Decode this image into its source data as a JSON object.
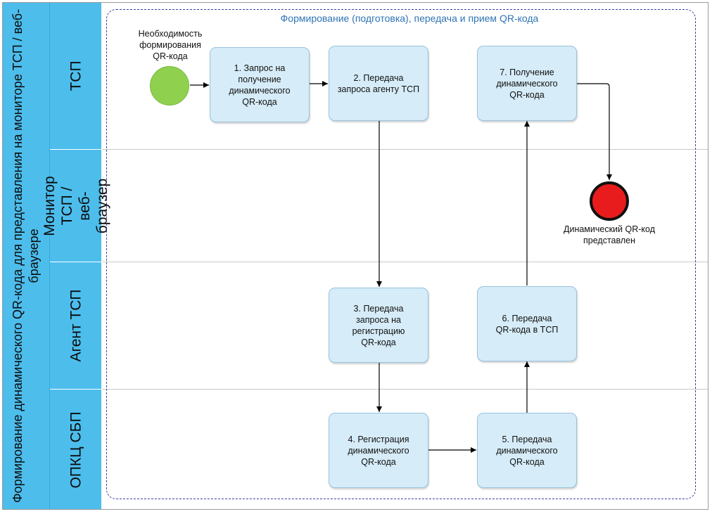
{
  "pool": {
    "title": "Формирование динамического QR-кода для представления на мониторе ТСП / веб-браузере"
  },
  "lanes": [
    {
      "title": "ТСП"
    },
    {
      "title": "Монитор ТСП /\nвеб-браузер"
    },
    {
      "title": "Агент ТСП"
    },
    {
      "title": "ОПКЦ СБП"
    }
  ],
  "group": {
    "title": "Формирование (подготовка), передача и прием QR-кода"
  },
  "start_event": {
    "label": "Необходимость\nформирования\nQR-кода"
  },
  "end_event": {
    "label": "Динамический QR-код\nпредставлен"
  },
  "tasks": [
    {
      "label": "1. Запрос на\nполучение\nдинамического\nQR-кода"
    },
    {
      "label": "2. Передача\nзапроса агенту ТСП"
    },
    {
      "label": "7. Получение\nдинамического\nQR-кода"
    },
    {
      "label": "3. Передача\nзапроса на\nрегистрацию\nQR-кода"
    },
    {
      "label": "6. Передача\nQR-кода в ТСП"
    },
    {
      "label": "4. Регистрация\nдинамического\nQR-кода"
    },
    {
      "label": "5. Передача\nдинамического\nQR-кода"
    }
  ],
  "colors": {
    "header_fill": "#4dbdec",
    "task_fill": "#d6ecf8",
    "start_fill": "#8fd14f",
    "end_fill": "#e81c1c",
    "group_border": "#3a3f9e",
    "group_title": "#2e74b5"
  }
}
